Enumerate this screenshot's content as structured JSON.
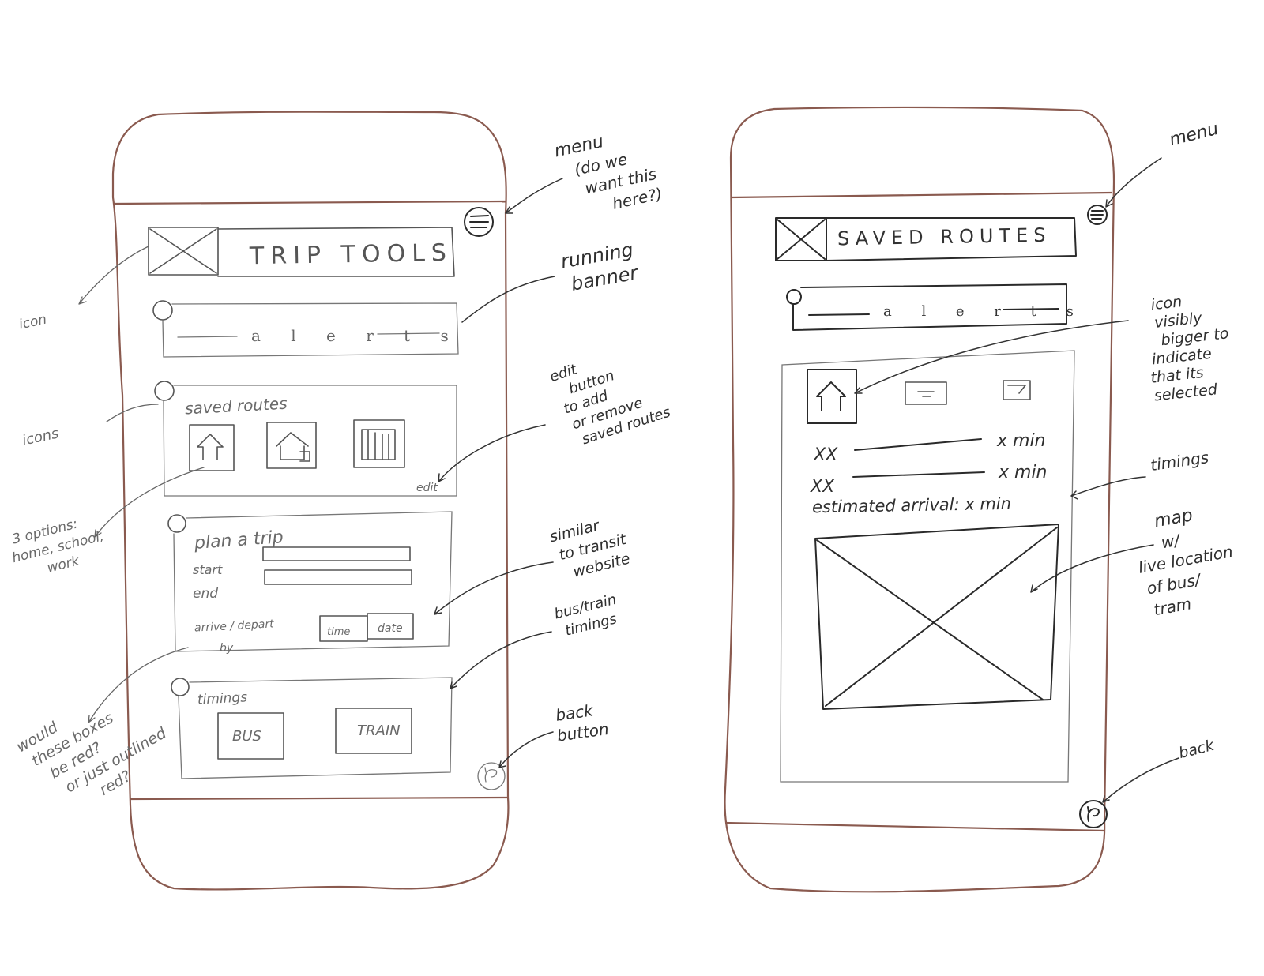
{
  "left_phone": {
    "title": "TRIP TOOLS",
    "alerts": "a l e r t s",
    "saved_routes": {
      "label": "saved routes",
      "edit": "edit"
    },
    "plan_trip": {
      "label": "plan a trip",
      "start": "start",
      "end": "end",
      "arrive_depart_line1": "arrive / depart",
      "arrive_depart_line2": "by",
      "time": "time",
      "date": "date"
    },
    "timings": {
      "label": "timings",
      "bus": "BUS",
      "train": "TRAIN"
    }
  },
  "right_phone": {
    "title": "SAVED ROUTES",
    "alerts": "a l e r t s",
    "rows": [
      {
        "label": "XX",
        "value": "x min"
      },
      {
        "label": "XX",
        "value": "x min"
      }
    ],
    "arrival": "estimated arrival: x min"
  },
  "annotations_left": {
    "menu": [
      "menu",
      "(do we",
      "want this",
      "here?)"
    ],
    "running_banner": [
      "running",
      "banner"
    ],
    "icon": "icon",
    "icons": "icons",
    "edit_button": [
      "edit",
      "button",
      "to add",
      "or remove",
      "saved routes"
    ],
    "three_options": [
      "3 options:",
      "home, school,",
      "work"
    ],
    "similar": [
      "similar",
      "to transit",
      "website"
    ],
    "bus_train": [
      "bus/train",
      "timings"
    ],
    "would_boxes": [
      "would",
      "these boxes",
      "be red?",
      "or just outlined",
      "red?"
    ],
    "back_button": [
      "back",
      "button"
    ]
  },
  "annotations_right": {
    "menu": "menu",
    "icon_bigger": [
      "icon",
      "visibly",
      "bigger to",
      "indicate",
      "that its",
      "selected"
    ],
    "timings": "timings",
    "map": [
      "map",
      "w/",
      "live location",
      "of bus/",
      "tram"
    ],
    "back": "back"
  }
}
